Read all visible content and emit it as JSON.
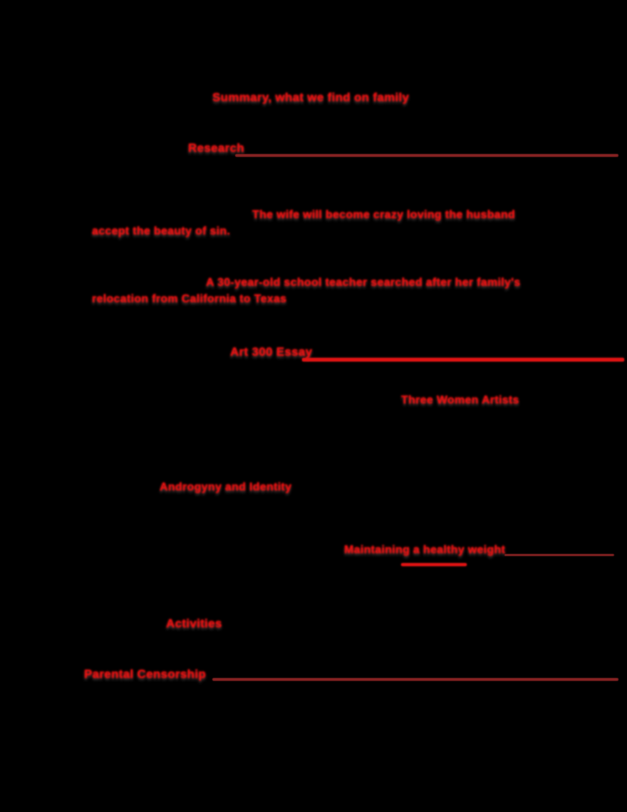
{
  "page": {
    "background_color": "#000000",
    "text_color": "#ef1010",
    "rule_dark_color": "#8b2323",
    "rule_bright_color": "#e31212"
  },
  "content": {
    "title": "Summary, what we find on family",
    "research_heading": "Research",
    "paragraph1_line1": "The wife will become crazy loving the husband",
    "paragraph1_line2": "accept the beauty of sin.",
    "paragraph2_line1": "A 30-year-old school teacher searched after her family's",
    "paragraph2_line2": "relocation from California to Texas",
    "essay_heading": "Art 300 Essay",
    "artists_line": "Three Women Artists",
    "identity_line": "Androgyny and Identity",
    "weight_line": "Maintaining a healthy weight",
    "activities_heading": "Activities",
    "censorship_heading": "Parental Censorship"
  }
}
